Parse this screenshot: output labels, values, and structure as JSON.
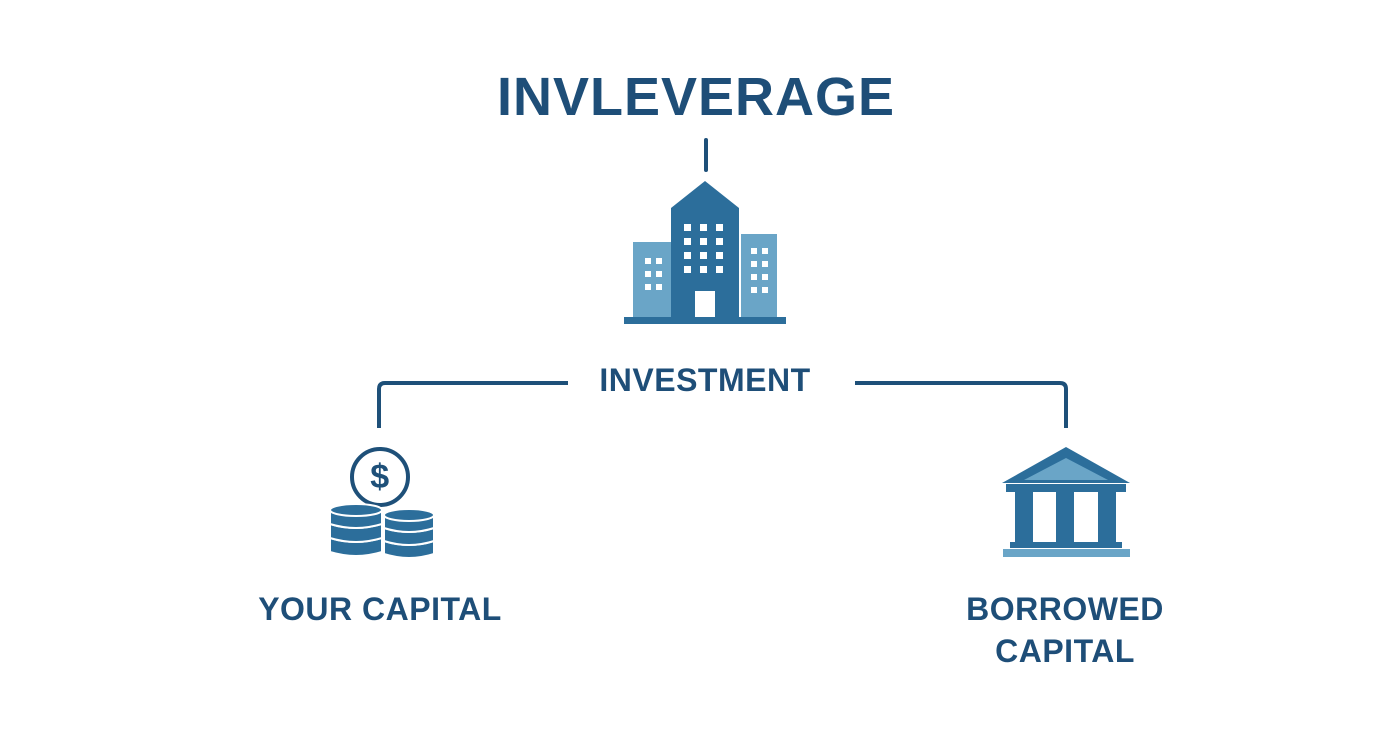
{
  "diagram": {
    "title": "INVLEVERAGE",
    "center_label": "INVESTMENT",
    "left_label": "YOUR CAPITAL",
    "right_label_line1": "BORROWED",
    "right_label_line2": "CAPITAL",
    "dollar_symbol": "$",
    "icons": {
      "center": "office-building-icon",
      "left": "coin-stack-dollar-icon",
      "right": "bank-columns-icon"
    }
  },
  "colors": {
    "primary": "#1e5079",
    "building_main": "#2c6e9b",
    "building_side": "#6aa5c7",
    "connector": "#1e5079",
    "text": "#1e4e78"
  }
}
